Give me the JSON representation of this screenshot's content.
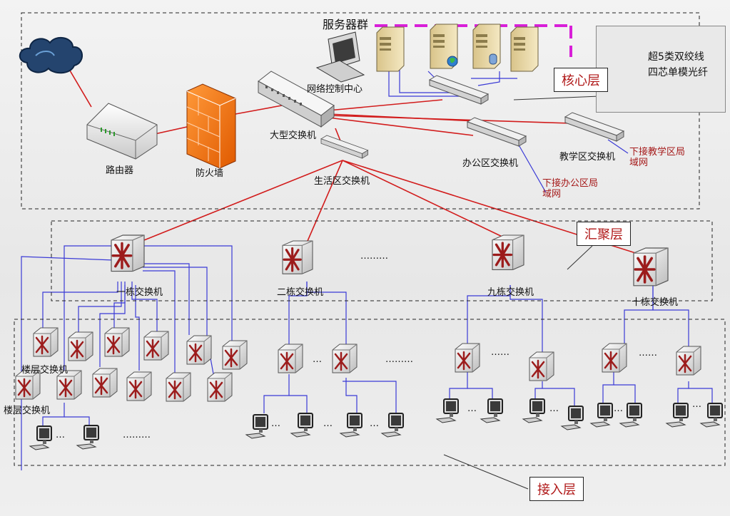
{
  "labels": {
    "server_group": "服务器群",
    "network_control_center": "网络控制中心",
    "router": "路由器",
    "firewall": "防火墙",
    "large_switch": "大型交换机",
    "living_zone_switch": "生活区交换机",
    "office_zone_switch": "办公区交换机",
    "teaching_zone_switch": "教学区交换机",
    "to_teaching_lan": "下接教学区局\n域网",
    "to_office_lan": "下接办公区局\n域网",
    "building1_switch": "一栋交换机",
    "building2_switch": "二栋交换机",
    "building9_switch": "九栋交换机",
    "building10_switch": "十栋交换机",
    "floor_switch_a": "楼层交换机",
    "floor_switch_b": "楼层交换机",
    "ellipsis_long": "………",
    "ellipsis_mid": "……",
    "ellipsis_short": "…"
  },
  "layers": {
    "core": "核心层",
    "aggregation": "汇聚层",
    "access": "接入层"
  },
  "legend": {
    "twisted_pair": "超5类双绞线",
    "fiber": "四芯单模光纤"
  },
  "colors": {
    "fiber": "#d21c1c",
    "twisted_pair": "#3a3ad6",
    "server_group_dash": "#d81fd8",
    "layer_text": "#b01818"
  }
}
